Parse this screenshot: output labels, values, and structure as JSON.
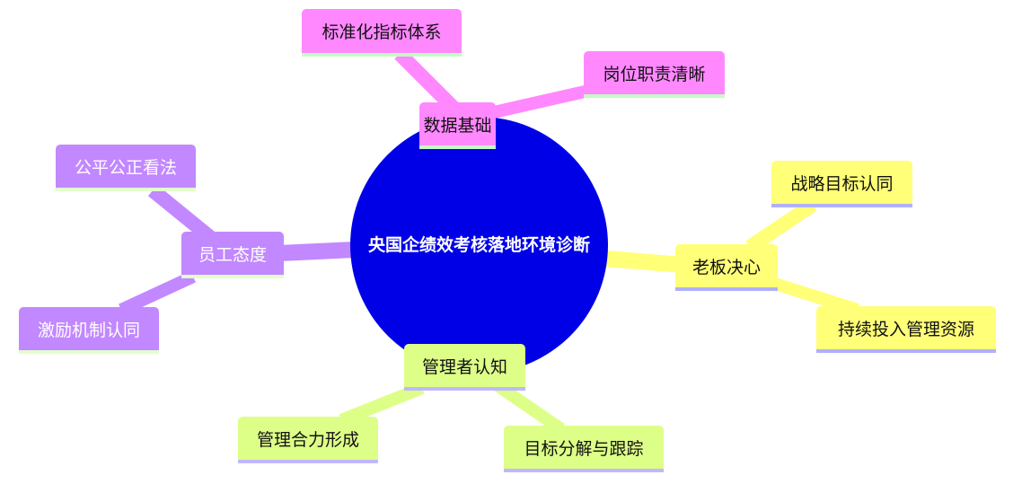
{
  "root": {
    "label": "央国企绩效考核落地环境诊断"
  },
  "branches": {
    "data": {
      "label": "数据基础",
      "children": [
        "标准化指标体系",
        "岗位职责清晰"
      ],
      "color": "#ff88ff"
    },
    "staff": {
      "label": "员工态度",
      "children": [
        "公平公正看法",
        "激励机制认同"
      ],
      "color": "#c288ff"
    },
    "boss": {
      "label": "老板决心",
      "children": [
        "战略目标认同",
        "持续投入管理资源"
      ],
      "color": "#ffff78"
    },
    "manager": {
      "label": "管理者认知",
      "children": [
        "管理合力形成",
        "目标分解与跟踪"
      ],
      "color": "#ddff88"
    }
  },
  "colors": {
    "root": "#0000e6"
  }
}
